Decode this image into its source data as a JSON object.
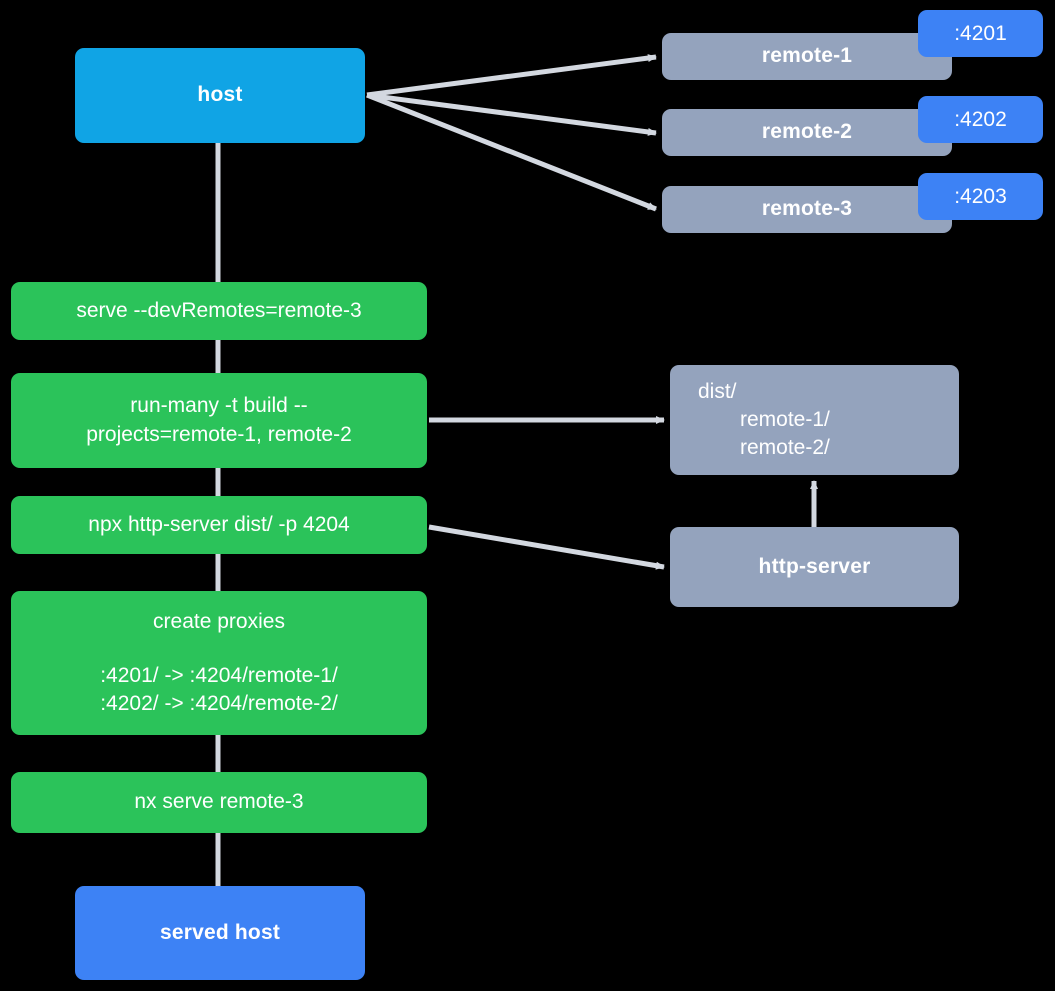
{
  "diagram": {
    "title": "nx host and remotes serve flow",
    "background_color": "#000000",
    "colors": {
      "host": "#10a4e5",
      "served_host": "#3d82f5",
      "command": "#2bc35a",
      "remote": "#94a3bd",
      "port_badge": "#3d82f5",
      "edge": "#d3d8e0",
      "text": "#ffffff"
    }
  },
  "nodes": {
    "host": {
      "label": "host"
    },
    "served_host": {
      "label": "served host"
    },
    "remotes": [
      {
        "label": "remote-1",
        "port": ":4201"
      },
      {
        "label": "remote-2",
        "port": ":4202"
      },
      {
        "label": "remote-3",
        "port": ":4203"
      }
    ],
    "commands": [
      {
        "id": "serve",
        "line1": "serve --devRemotes=remote-3",
        "line2": ""
      },
      {
        "id": "run-many",
        "line1": "run-many -t build --",
        "line2": "projects=remote-1, remote-2"
      },
      {
        "id": "http-server-cmd",
        "line1": "npx http-server dist/ -p 4204",
        "line2": ""
      },
      {
        "id": "nx-serve",
        "line1": "nx serve remote-3",
        "line2": ""
      }
    ],
    "create_proxies": {
      "title": "create proxies",
      "mappings": [
        ":4201/ -> :4204/remote-1/",
        ":4202/ -> :4204/remote-2/"
      ]
    },
    "dist": {
      "root": "dist/",
      "children": [
        "remote-1/",
        "remote-2/"
      ]
    },
    "http_server": {
      "label": "http-server"
    }
  },
  "edges": [
    {
      "from": "host",
      "to": "remote-1"
    },
    {
      "from": "host",
      "to": "remote-2"
    },
    {
      "from": "host",
      "to": "remote-3"
    },
    {
      "from": "run-many",
      "to": "dist"
    },
    {
      "from": "http-server-cmd",
      "to": "http-server"
    },
    {
      "from": "http-server",
      "to": "dist"
    }
  ]
}
